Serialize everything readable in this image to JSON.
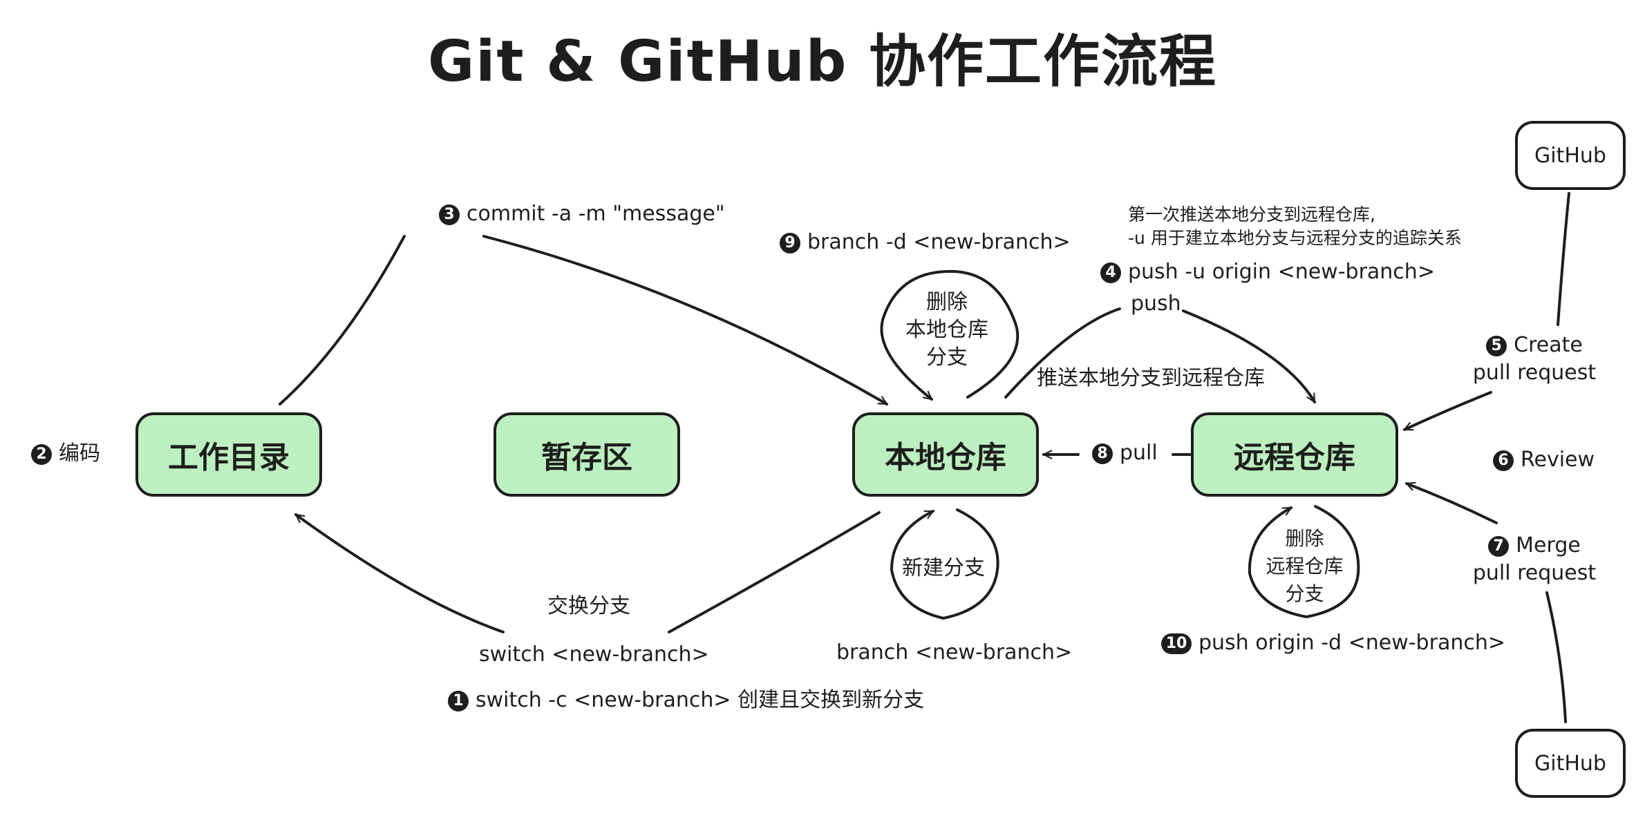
{
  "title": "Git & GitHub 协作工作流程",
  "nodes": {
    "workdir": "工作目录",
    "staging": "暂存区",
    "local_repo": "本地仓库",
    "remote_repo": "远程仓库",
    "github_top": "GitHub",
    "github_bottom": "GitHub"
  },
  "steps": {
    "s1": {
      "num": "1",
      "text": "switch -c <new-branch> 创建且交换到新分支"
    },
    "s2": {
      "num": "2",
      "text": "编码"
    },
    "s3": {
      "num": "3",
      "text": "commit -a -m \"message\""
    },
    "s4": {
      "num": "4",
      "text": "push -u origin <new-branch>"
    },
    "s5": {
      "num": "5",
      "line1": "Create",
      "line2": "pull request"
    },
    "s6": {
      "num": "6",
      "text": "Review"
    },
    "s7": {
      "num": "7",
      "line1": "Merge",
      "line2": "pull request"
    },
    "s8": {
      "num": "8",
      "text": "pull"
    },
    "s9": {
      "num": "9",
      "text": "branch -d <new-branch>"
    },
    "s10": {
      "num": "1",
      "num_suffix": "0",
      "text": "push origin -d <new-branch>"
    }
  },
  "annotations": {
    "push_note_line1": "第一次推送本地分支到远程仓库,",
    "push_note_line2": "-u 用于建立本地分支与远程分支的追踪关系",
    "push_label": "push",
    "push_desc": "推送本地分支到远程仓库",
    "delete_local": [
      "删除",
      "本地仓库",
      "分支"
    ],
    "delete_remote": [
      "删除",
      "远程仓库",
      "分支"
    ],
    "new_branch": "新建分支",
    "branch_cmd": "branch <new-branch>",
    "switch_desc": "交换分支",
    "switch_cmd": "switch <new-branch>"
  },
  "colors": {
    "node_fill": "#bdf0c0",
    "stroke": "#1e1e1e",
    "background": "#ffffff"
  }
}
